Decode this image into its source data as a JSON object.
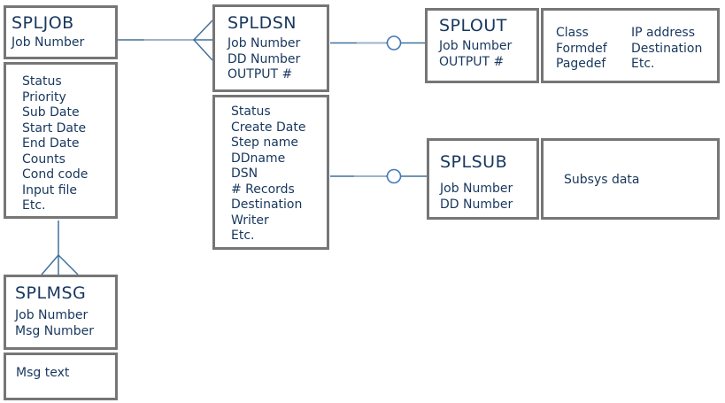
{
  "diagram": {
    "entities": {
      "spljob": {
        "title": "SPLJOB",
        "keys": [
          "Job Number"
        ],
        "attributes": [
          "Status",
          "Priority",
          "Sub Date",
          "Start Date",
          "End Date",
          "Counts",
          "Cond code",
          "Input file",
          "Etc."
        ]
      },
      "spldsn": {
        "title": "SPLDSN",
        "keys": [
          "Job Number",
          "DD Number",
          "OUTPUT #"
        ],
        "attributes": [
          "Status",
          "Create Date",
          "Step name",
          "DDname",
          "DSN",
          "# Records",
          "Destination",
          "Writer",
          "Etc."
        ]
      },
      "splout": {
        "title": "SPLOUT",
        "keys": [
          "Job Number",
          "OUTPUT #"
        ],
        "attributes_col1": [
          "Class",
          "Formdef",
          "Pagedef"
        ],
        "attributes_col2": [
          "IP address",
          "Destination",
          "Etc."
        ]
      },
      "splsub": {
        "title": "SPLSUB",
        "keys": [
          "Job Number",
          "DD Number"
        ],
        "attributes": [
          "Subsys data"
        ]
      },
      "splmsg": {
        "title": "SPLMSG",
        "keys": [
          "Job Number",
          "Msg Number"
        ],
        "attributes": [
          "Msg text"
        ]
      }
    },
    "relationships": [
      {
        "from": "SPLJOB",
        "to": "SPLDSN",
        "end_symbol": "crow-foot"
      },
      {
        "from": "SPLDSN",
        "to": "SPLOUT",
        "end_symbol": "circle"
      },
      {
        "from": "SPLDSN",
        "to": "SPLSUB",
        "end_symbol": "circle"
      },
      {
        "from": "SPLJOB",
        "to": "SPLMSG",
        "end_symbol": "crow-foot"
      }
    ],
    "colors": {
      "box_border": "#767676",
      "text": "#17375e",
      "line": "#41719c",
      "line_light": "#9db3c9",
      "circle_stroke": "#4577b5",
      "background": "#ffffff"
    }
  }
}
